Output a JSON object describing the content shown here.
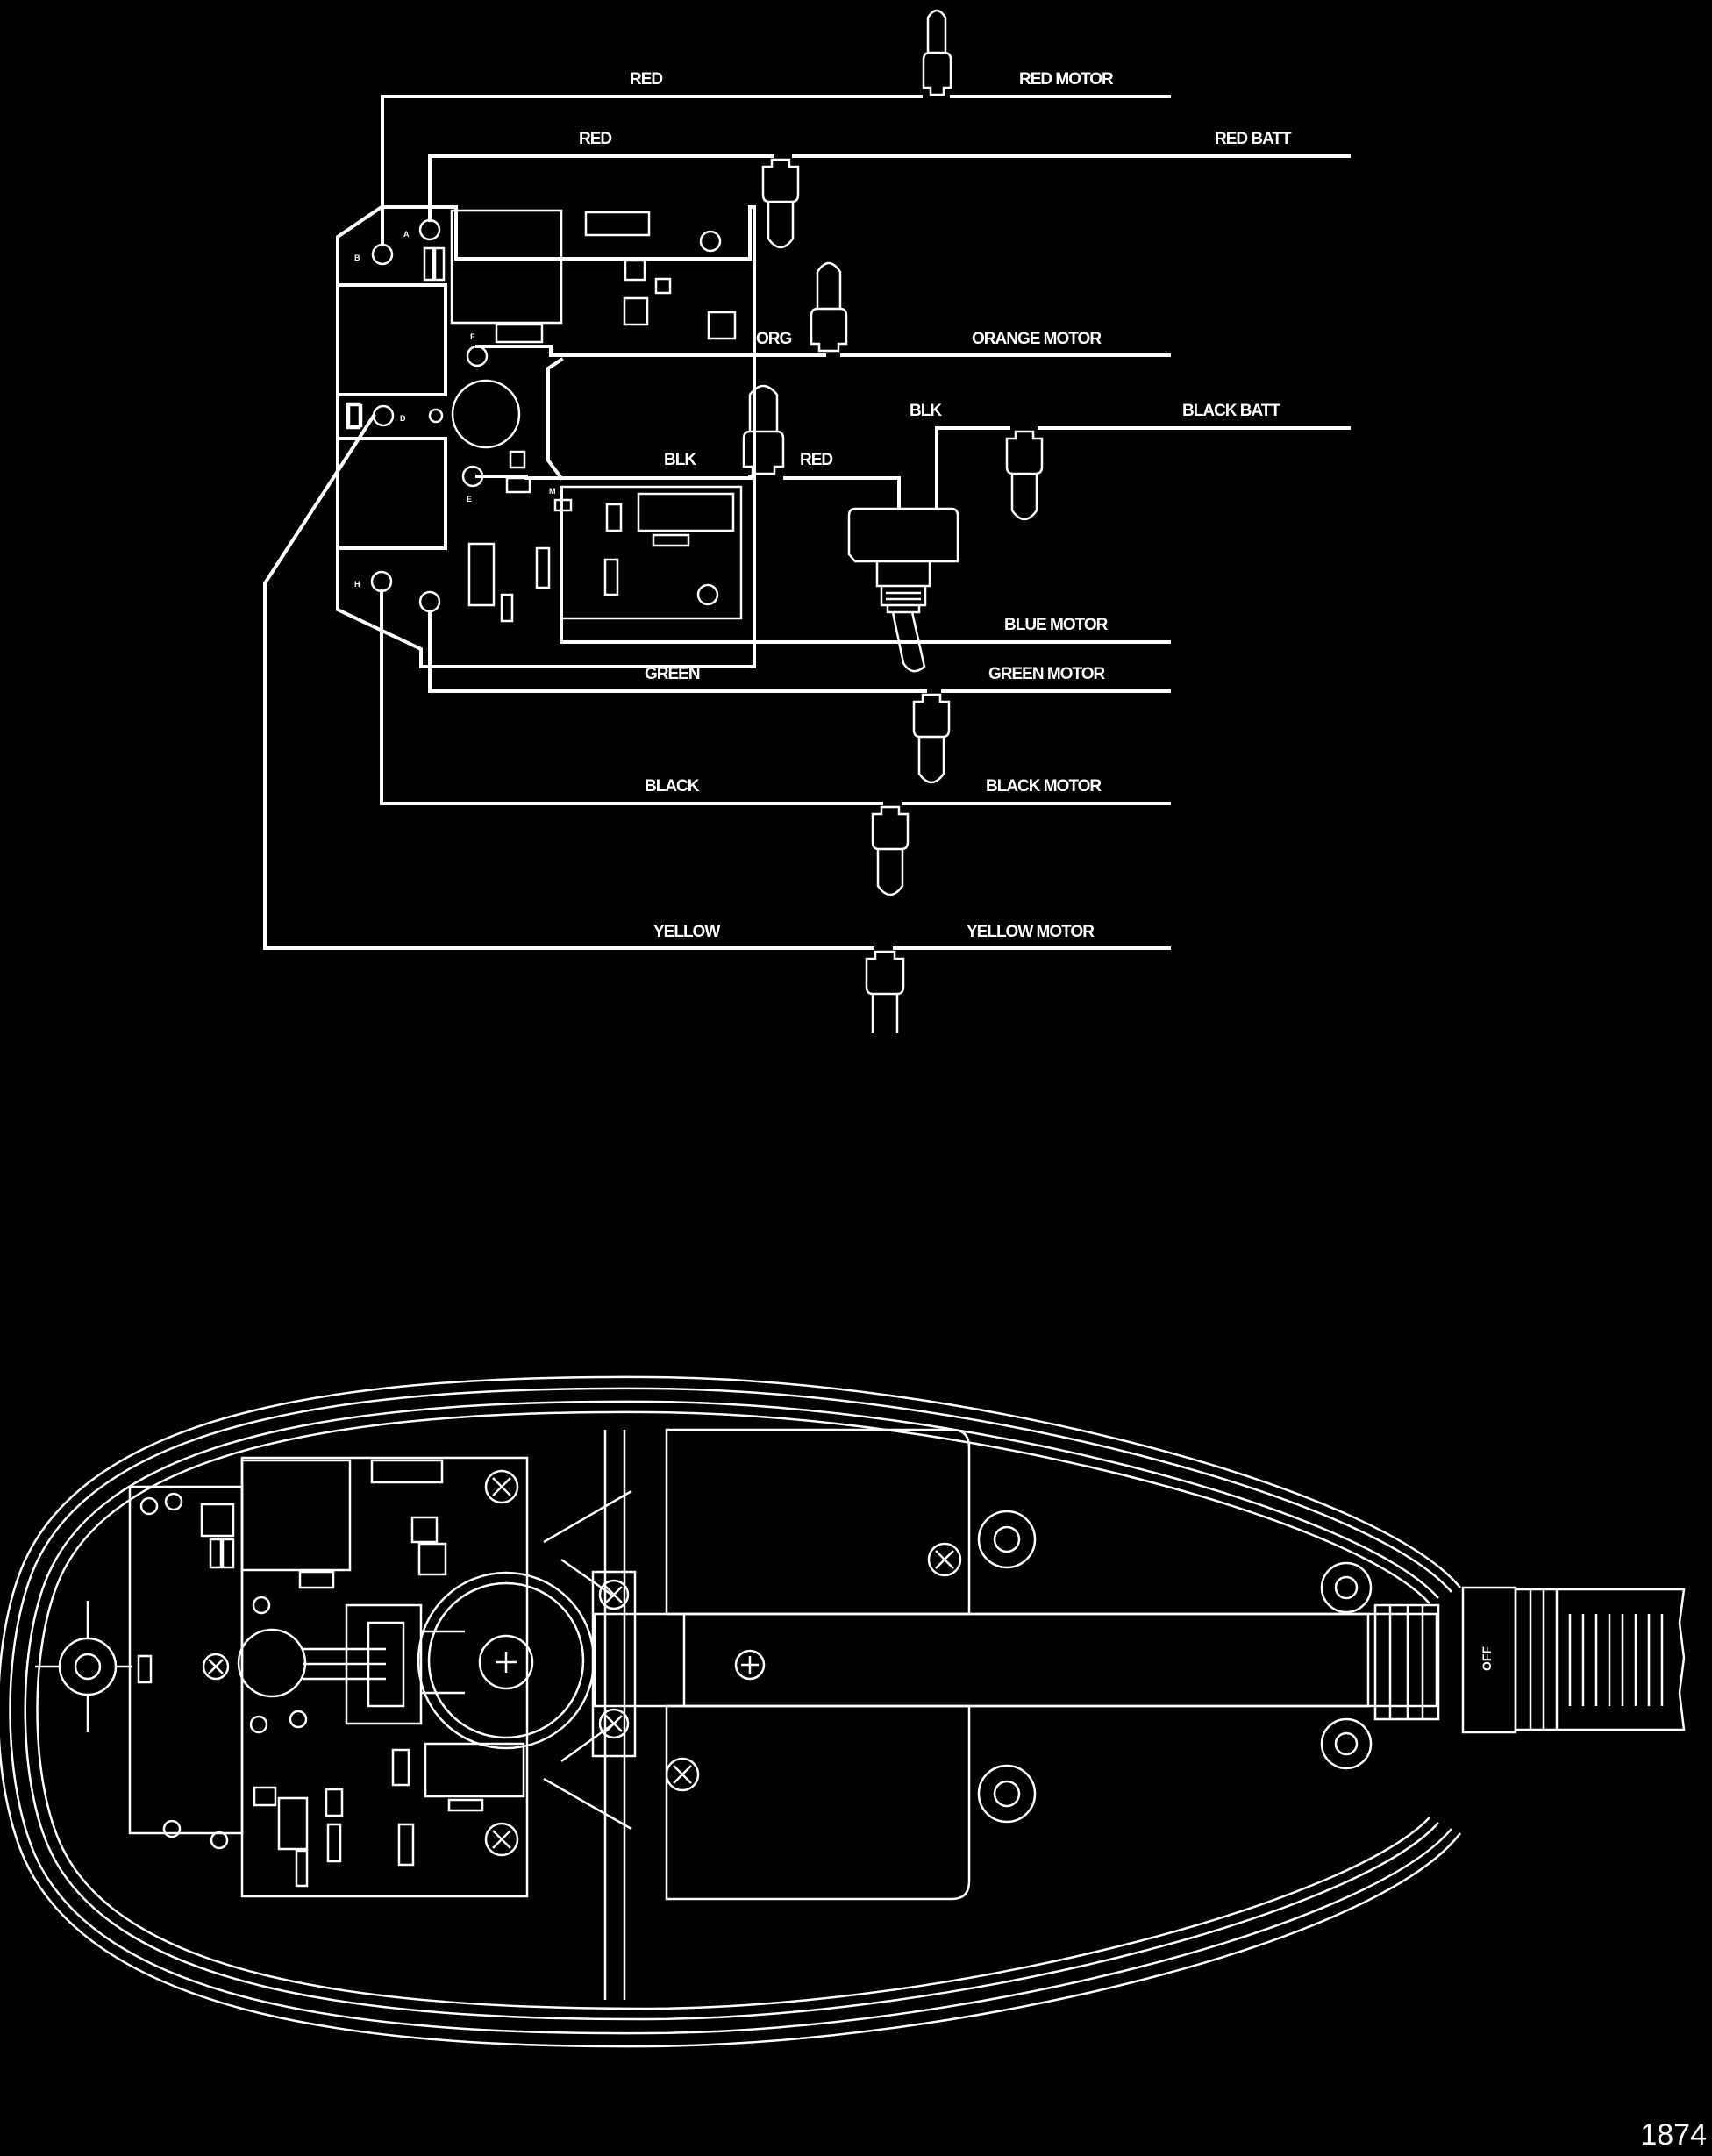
{
  "figure_number": "1874",
  "wires": {
    "red_motor_left": "RED",
    "red_motor_right": "RED MOTOR",
    "red_batt_left": "RED",
    "red_batt_right": "RED BATT",
    "orange_left": "ORG",
    "orange_right": "ORANGE MOTOR",
    "black_batt_left": "BLK",
    "black_batt_right": "BLACK BATT",
    "switch_blk": "BLK",
    "switch_red": "RED",
    "blue_motor": "BLUE MOTOR",
    "green_left": "GREEN",
    "green_right": "GREEN MOTOR",
    "black_left": "BLACK",
    "black_right": "BLACK MOTOR",
    "yellow_left": "YELLOW",
    "yellow_right": "YELLOW MOTOR"
  },
  "pins": [
    "A",
    "B",
    "F",
    "D",
    "M",
    "E",
    "H"
  ],
  "housing": {
    "off_label": "OFF"
  },
  "colors": {
    "background": "#000000",
    "line": "#ffffff"
  }
}
